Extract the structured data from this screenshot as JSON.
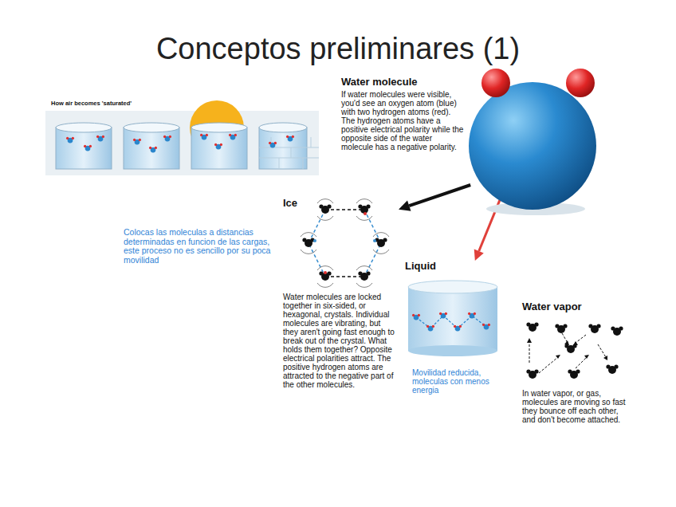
{
  "diagram": {
    "title": "Conceptos preliminares (1)",
    "nodes": [
      {
        "text": [
          "Water molecule",
          "If water molecules were visible, you'd see an oxygen atom (blue) with two hydrogen atoms (red). The hydrogen atoms have a positive electrical polarity while the opposite side of the water molecule has a negative polarity."
        ]
      },
      {
        "text": [
          "Ice",
          "Water molecules are locked together in six-sided, or hexagonal, crystals. Individual molecules are vibrating, but they aren't going fast enough to break out of the crystal. What holds them together? Opposite electrical polarities attract. The positive hydrogen atoms are attracted to the negative part of the other molecules."
        ]
      },
      {
        "text": [
          "Liquid"
        ]
      },
      {
        "text": [
          "Water vapor",
          "In water vapor, or gas, molecules are moving so fast they bounce off each other, and don't become attached."
        ]
      }
    ],
    "edges": [
      {
        "from": 0,
        "to": 1,
        "arrow": "to"
      },
      {
        "from": 0,
        "to": 2,
        "arrow": "to"
      }
    ],
    "labels": [
      "How air becomes 'saturated'",
      "Colocas las moleculas a distancias determinadas en funcion de las cargas, este proceso no es sencillo por su poca movilidad",
      "Movilidad reducida, moleculas con menos energia"
    ]
  }
}
